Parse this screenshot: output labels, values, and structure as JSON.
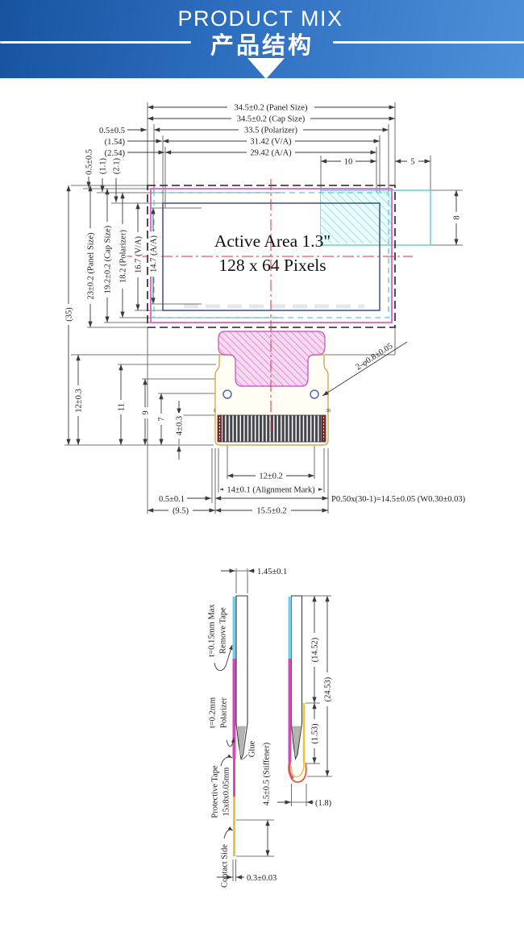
{
  "header": {
    "title": "PRODUCT MIX",
    "subtitle": "产品结构"
  },
  "top_view": {
    "dim_panel_w": "34.5±0.2 (Panel Size)",
    "dim_cap_w": "34.5±0.2 (Cap Size)",
    "dim_polarizer_w": "33.5 (Polarizer)",
    "dim_va_w": "31.42 (V/A)",
    "dim_aa_w": "29.42 (A/A)",
    "dim_10": "10",
    "dim_5": "5",
    "dim_8": "8",
    "off_polarizer": "0.5±0.5",
    "off_va": "(1.54)",
    "off_aa": "(2.54)",
    "off_cap_t": "0.5±0.5",
    "off_pol_t": "(1.1)",
    "off_va_t": "(2.1)",
    "dim_total_h": "(35)",
    "dim_panel_h": "23±0.2 (Panel Size)",
    "dim_cap_h": "19.2±0.2 (Cap Size)",
    "dim_polarizer_h": "18.2 (Polarizer)",
    "dim_va_h": "16.7 (V/A)",
    "dim_aa_h": "14.7 (A/A)",
    "active_line1": "Active Area 1.3\"",
    "active_line2": "128 x 64 Pixels",
    "dim_tail": "12±0.3",
    "dim_t11": "11",
    "dim_t9": "9",
    "dim_t7": "7",
    "dim_t4": "4±0.3",
    "hole_note": "2-φ0.8±0.05",
    "pin1": "1",
    "pin30": "30",
    "dim_hole_pitch": "12±0.2",
    "dim_align": "14±0.1 (Alignment Mark)",
    "dim_edge": "0.5±0.1",
    "pin_pitch": "P0.50x(30-1)=14.5±0.05 (W0.30±0.03)",
    "dim_95": "(9.5)",
    "dim_fpc_w": "15.5±0.2"
  },
  "side_view": {
    "dim_thickness": "1.45±0.1",
    "remove_tape_1": "Remove Tape",
    "remove_tape_2": "t=0.15mm Max",
    "polarizer_1": "Polarizer",
    "polarizer_2": "t=0.2mm",
    "glue": "Glue",
    "stiffener": "4.5±0.5 (Stiffener)",
    "ptape_1": "Protective Tape",
    "ptape_2": "15x8x0.05mm",
    "contact": "Contact Side",
    "dim_tail_th": "0.3±0.03",
    "dim_1452": "(14.52)",
    "dim_2453": "(24.53)",
    "dim_153": "(1.53)",
    "dim_18": "(1.8)"
  },
  "colors": {
    "banner_left": "#17539f",
    "banner_right": "#4e90d8",
    "cap_magenta": "#d863c8",
    "polarizer_cyan": "#56ccd6",
    "va_navy": "#3d4f86",
    "centerline_red": "#e03030",
    "fpc_outline_yellow": "#d2a84e",
    "tail_yellow": "#e9c43c",
    "fold_orange": "#e25838",
    "strip_magenta": "#cf4cb4",
    "strip_cyan": "#76cfe4"
  }
}
